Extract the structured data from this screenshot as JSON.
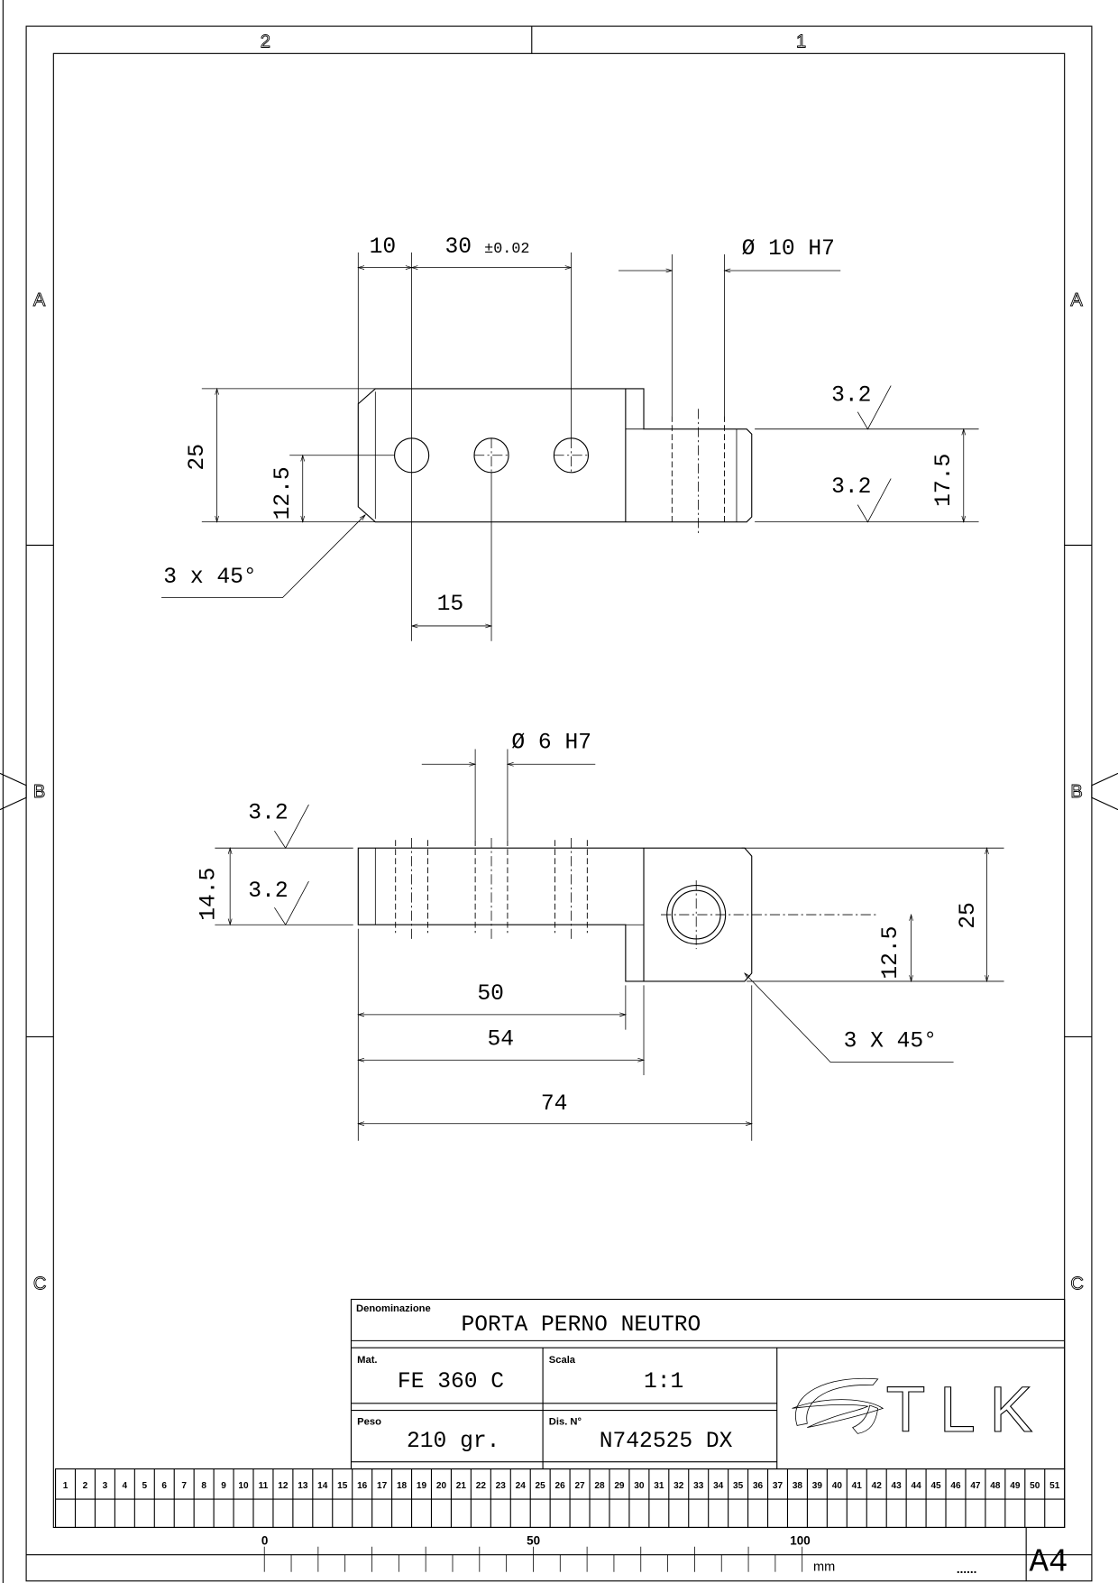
{
  "zones": {
    "columns": [
      "2",
      "1"
    ],
    "rows": [
      "A",
      "B",
      "C"
    ]
  },
  "top_view": {
    "dim_10": "10",
    "dim_30": "30",
    "dim_30_tol": "±0.02",
    "dim_hole": "Ø 10 H7",
    "dim_25": "25",
    "dim_12_5": "12.5",
    "dim_17_5": "17.5",
    "rough_top": "3.2",
    "rough_bottom": "3.2",
    "dim_15": "15",
    "chamfer": "3 x 45°"
  },
  "bottom_view": {
    "dim_hole": "Ø 6 H7",
    "dim_14_5": "14.5",
    "rough_top": "3.2",
    "rough_bottom": "3.2",
    "dim_12_5": "12.5",
    "dim_25": "25",
    "dim_50": "50",
    "dim_54": "54",
    "dim_74": "74",
    "chamfer": "3 X 45°"
  },
  "title_block": {
    "denominazione_label": "Denominazione",
    "denominazione": "PORTA PERNO NEUTRO",
    "mat_label": "Mat.",
    "mat": "FE 360 C",
    "scala_label": "Scala",
    "scala": "1:1",
    "peso_label": "Peso",
    "peso": "210 gr.",
    "dis_label": "Dis. N°",
    "dis": "N742525 DX",
    "logo": "TLK"
  },
  "grid_numbers": [
    "1",
    "2",
    "3",
    "4",
    "5",
    "6",
    "7",
    "8",
    "9",
    "10",
    "11",
    "12",
    "13",
    "14",
    "15",
    "16",
    "17",
    "18",
    "19",
    "20",
    "21",
    "22",
    "23",
    "24",
    "25",
    "26",
    "27",
    "28",
    "29",
    "30",
    "31",
    "32",
    "33",
    "34",
    "35",
    "36",
    "37",
    "38",
    "39",
    "40",
    "41",
    "42",
    "43",
    "44",
    "45",
    "46",
    "47",
    "48",
    "49",
    "50",
    "51"
  ],
  "ruler": {
    "label_0": "0",
    "label_50": "50",
    "label_100": "100",
    "unit": "mm",
    "dots": "......"
  },
  "sheet_format": "A4"
}
